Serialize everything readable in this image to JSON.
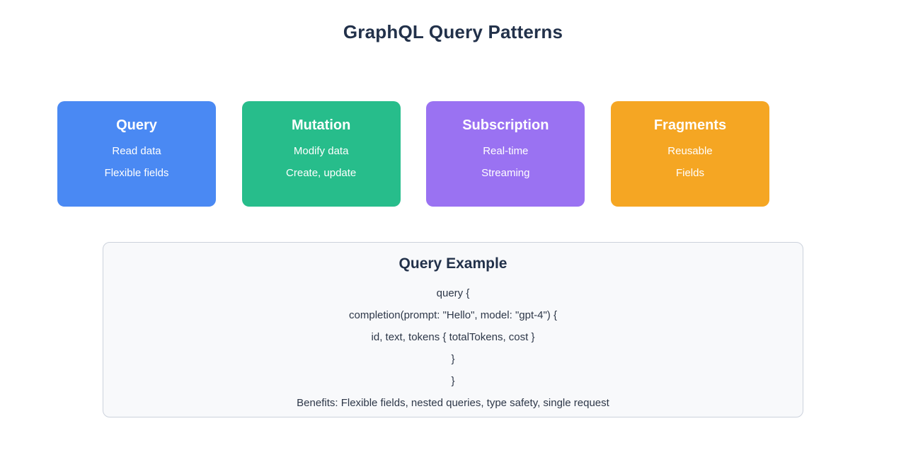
{
  "header": {
    "title": "GraphQL Query Patterns"
  },
  "cards": [
    {
      "title": "Query",
      "lines": [
        "Read data",
        "Flexible fields"
      ],
      "color": "#4a89f3"
    },
    {
      "title": "Mutation",
      "lines": [
        "Modify data",
        "Create, update"
      ],
      "color": "#27bd8b"
    },
    {
      "title": "Subscription",
      "lines": [
        "Real-time",
        "Streaming"
      ],
      "color": "#9a72f2"
    },
    {
      "title": "Fragments",
      "lines": [
        "Reusable",
        "Fields"
      ],
      "color": "#f5a623"
    }
  ],
  "example_panel": {
    "title": "Query Example",
    "code_lines": [
      "query {",
      "completion(prompt: \"Hello\", model: \"gpt-4\") {",
      "id, text, tokens { totalTokens, cost }",
      "}",
      "}",
      "Benefits: Flexible fields, nested queries, type safety, single request"
    ],
    "background": "#f8f9fb",
    "border_color": "#ccd2dc"
  },
  "theme": {
    "page_background": "#ffffff",
    "heading_color": "#22314a",
    "code_text_color": "#2d3748"
  }
}
